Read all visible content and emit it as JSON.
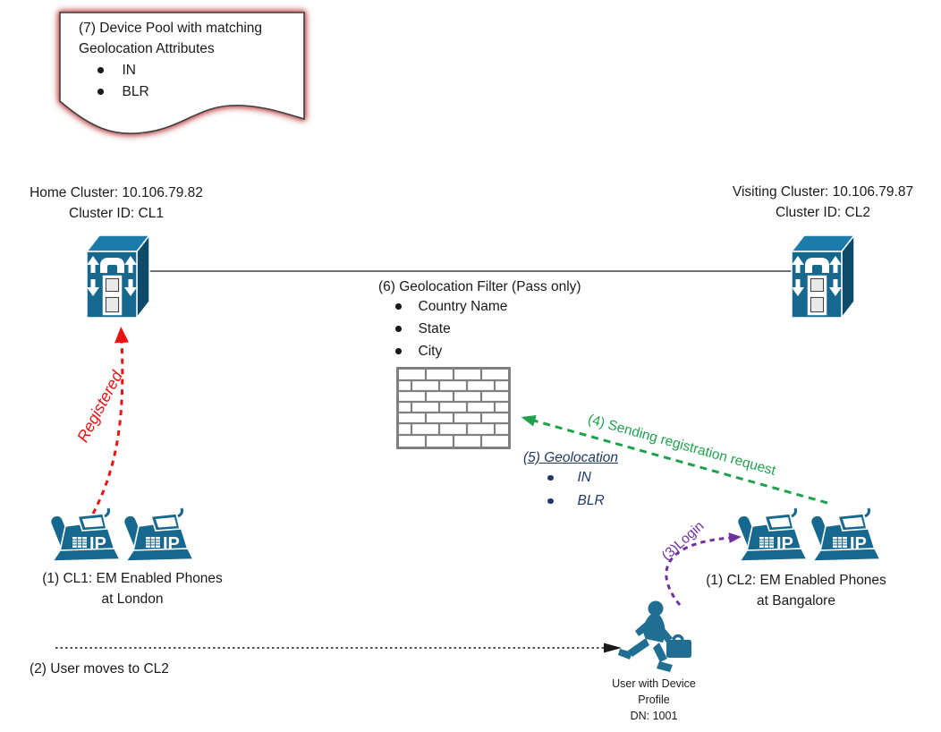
{
  "colors": {
    "icon_blue": "#17688F",
    "icon_blue_dark": "#0E4A69",
    "icon_blue_top": "#1C7BA8",
    "person_blue": "#216E93",
    "navy_text": "#1F3864",
    "red_arrow": "#EE1111",
    "green_arrow": "#1FA24E",
    "purple_arrow": "#7030A0",
    "brick_gray": "#808080",
    "note_glow": "#C0504D"
  },
  "note7": {
    "title": "(7) Device Pool with matching Geolocation Attributes",
    "bullets": [
      "IN",
      "BLR"
    ]
  },
  "home_cluster": {
    "line1": "Home Cluster: 10.106.79.82",
    "line2": "Cluster ID: CL1"
  },
  "visiting_cluster": {
    "line1": "Visiting Cluster: 10.106.79.87",
    "line2": "Cluster ID: CL2"
  },
  "filter6": {
    "title": "(6) Geolocation Filter (Pass only)",
    "bullets": [
      "Country Name",
      "State",
      "City"
    ]
  },
  "geo5": {
    "title": "(5) Geolocation",
    "bullets": [
      "IN",
      "BLR"
    ]
  },
  "arrows": {
    "registered": "Registered",
    "sending": "(4) Sending registration request",
    "login": "(3)Login",
    "moves": "(2) User moves to CL2"
  },
  "phones_left": {
    "line1": "(1) CL1: EM Enabled Phones",
    "line2": "at London"
  },
  "phones_right": {
    "line1": "(1) CL2: EM Enabled Phones",
    "line2": "at Bangalore"
  },
  "user": {
    "name": "User with Device Profile",
    "dn": "DN: 1001"
  },
  "icons": {
    "phone_badge": "IP"
  }
}
